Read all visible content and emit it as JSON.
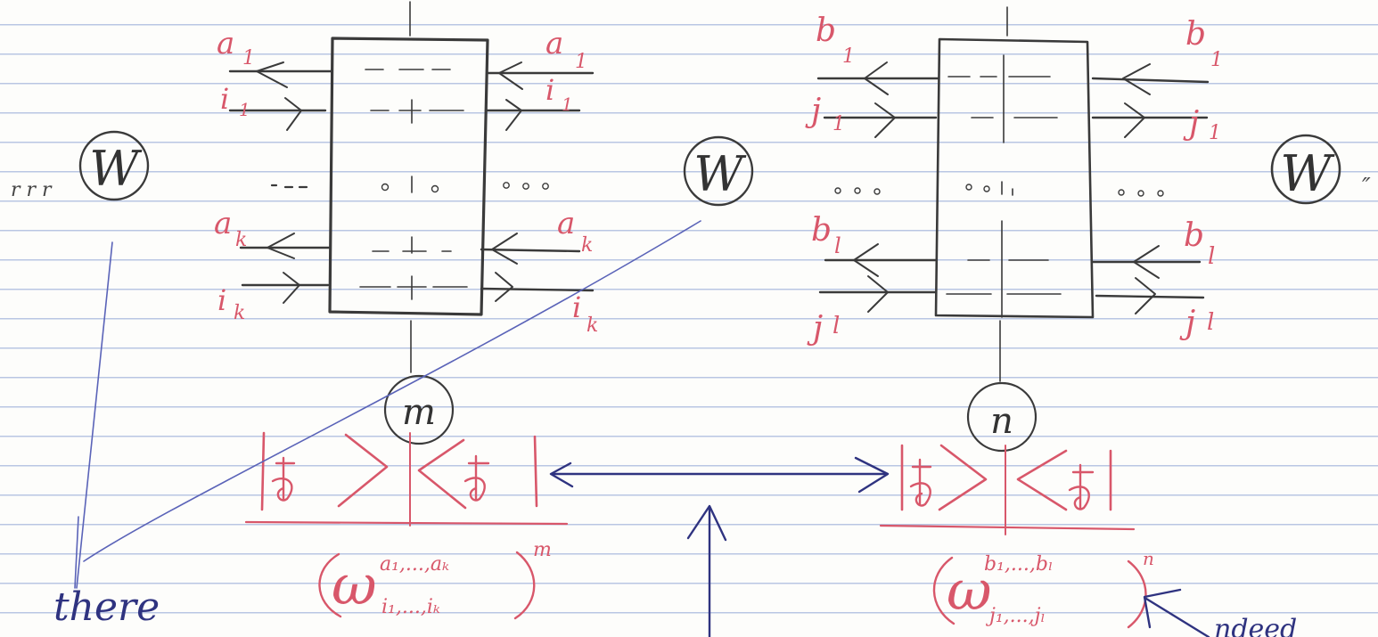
{
  "left_box": {
    "top_labels": [
      "a",
      "1",
      "i",
      "1"
    ],
    "bottom_labels": [
      "a",
      "k",
      "i",
      "k"
    ],
    "right_top_labels": [
      "a",
      "1",
      "i",
      "1"
    ],
    "right_bottom_labels": [
      "a",
      "k",
      "i",
      "k"
    ],
    "node_label": "m",
    "w_label": "W",
    "w_prefix": "r r r"
  },
  "right_box": {
    "top_labels": [
      "b",
      "1",
      "j",
      "1"
    ],
    "bottom_labels": [
      "b",
      "l",
      "j",
      "l"
    ],
    "right_top_labels": [
      "b",
      "1",
      "j",
      "1"
    ],
    "right_bottom_labels": [
      "b",
      "l",
      "j",
      "l"
    ],
    "node_label": "n",
    "w_label": "W",
    "w_suffix": "″"
  },
  "middle_w": "W",
  "left_formula": {
    "omega": "ω",
    "super": "a₁,...,aₖ",
    "sub": "i₁,...,iₖ",
    "power": "m"
  },
  "right_formula": {
    "omega": "ω",
    "super": "b₁,...,bₗ",
    "sub": "j₁,...,jₗ",
    "power": "n"
  },
  "handwritten_note": "there",
  "note_tail": "ndeed"
}
